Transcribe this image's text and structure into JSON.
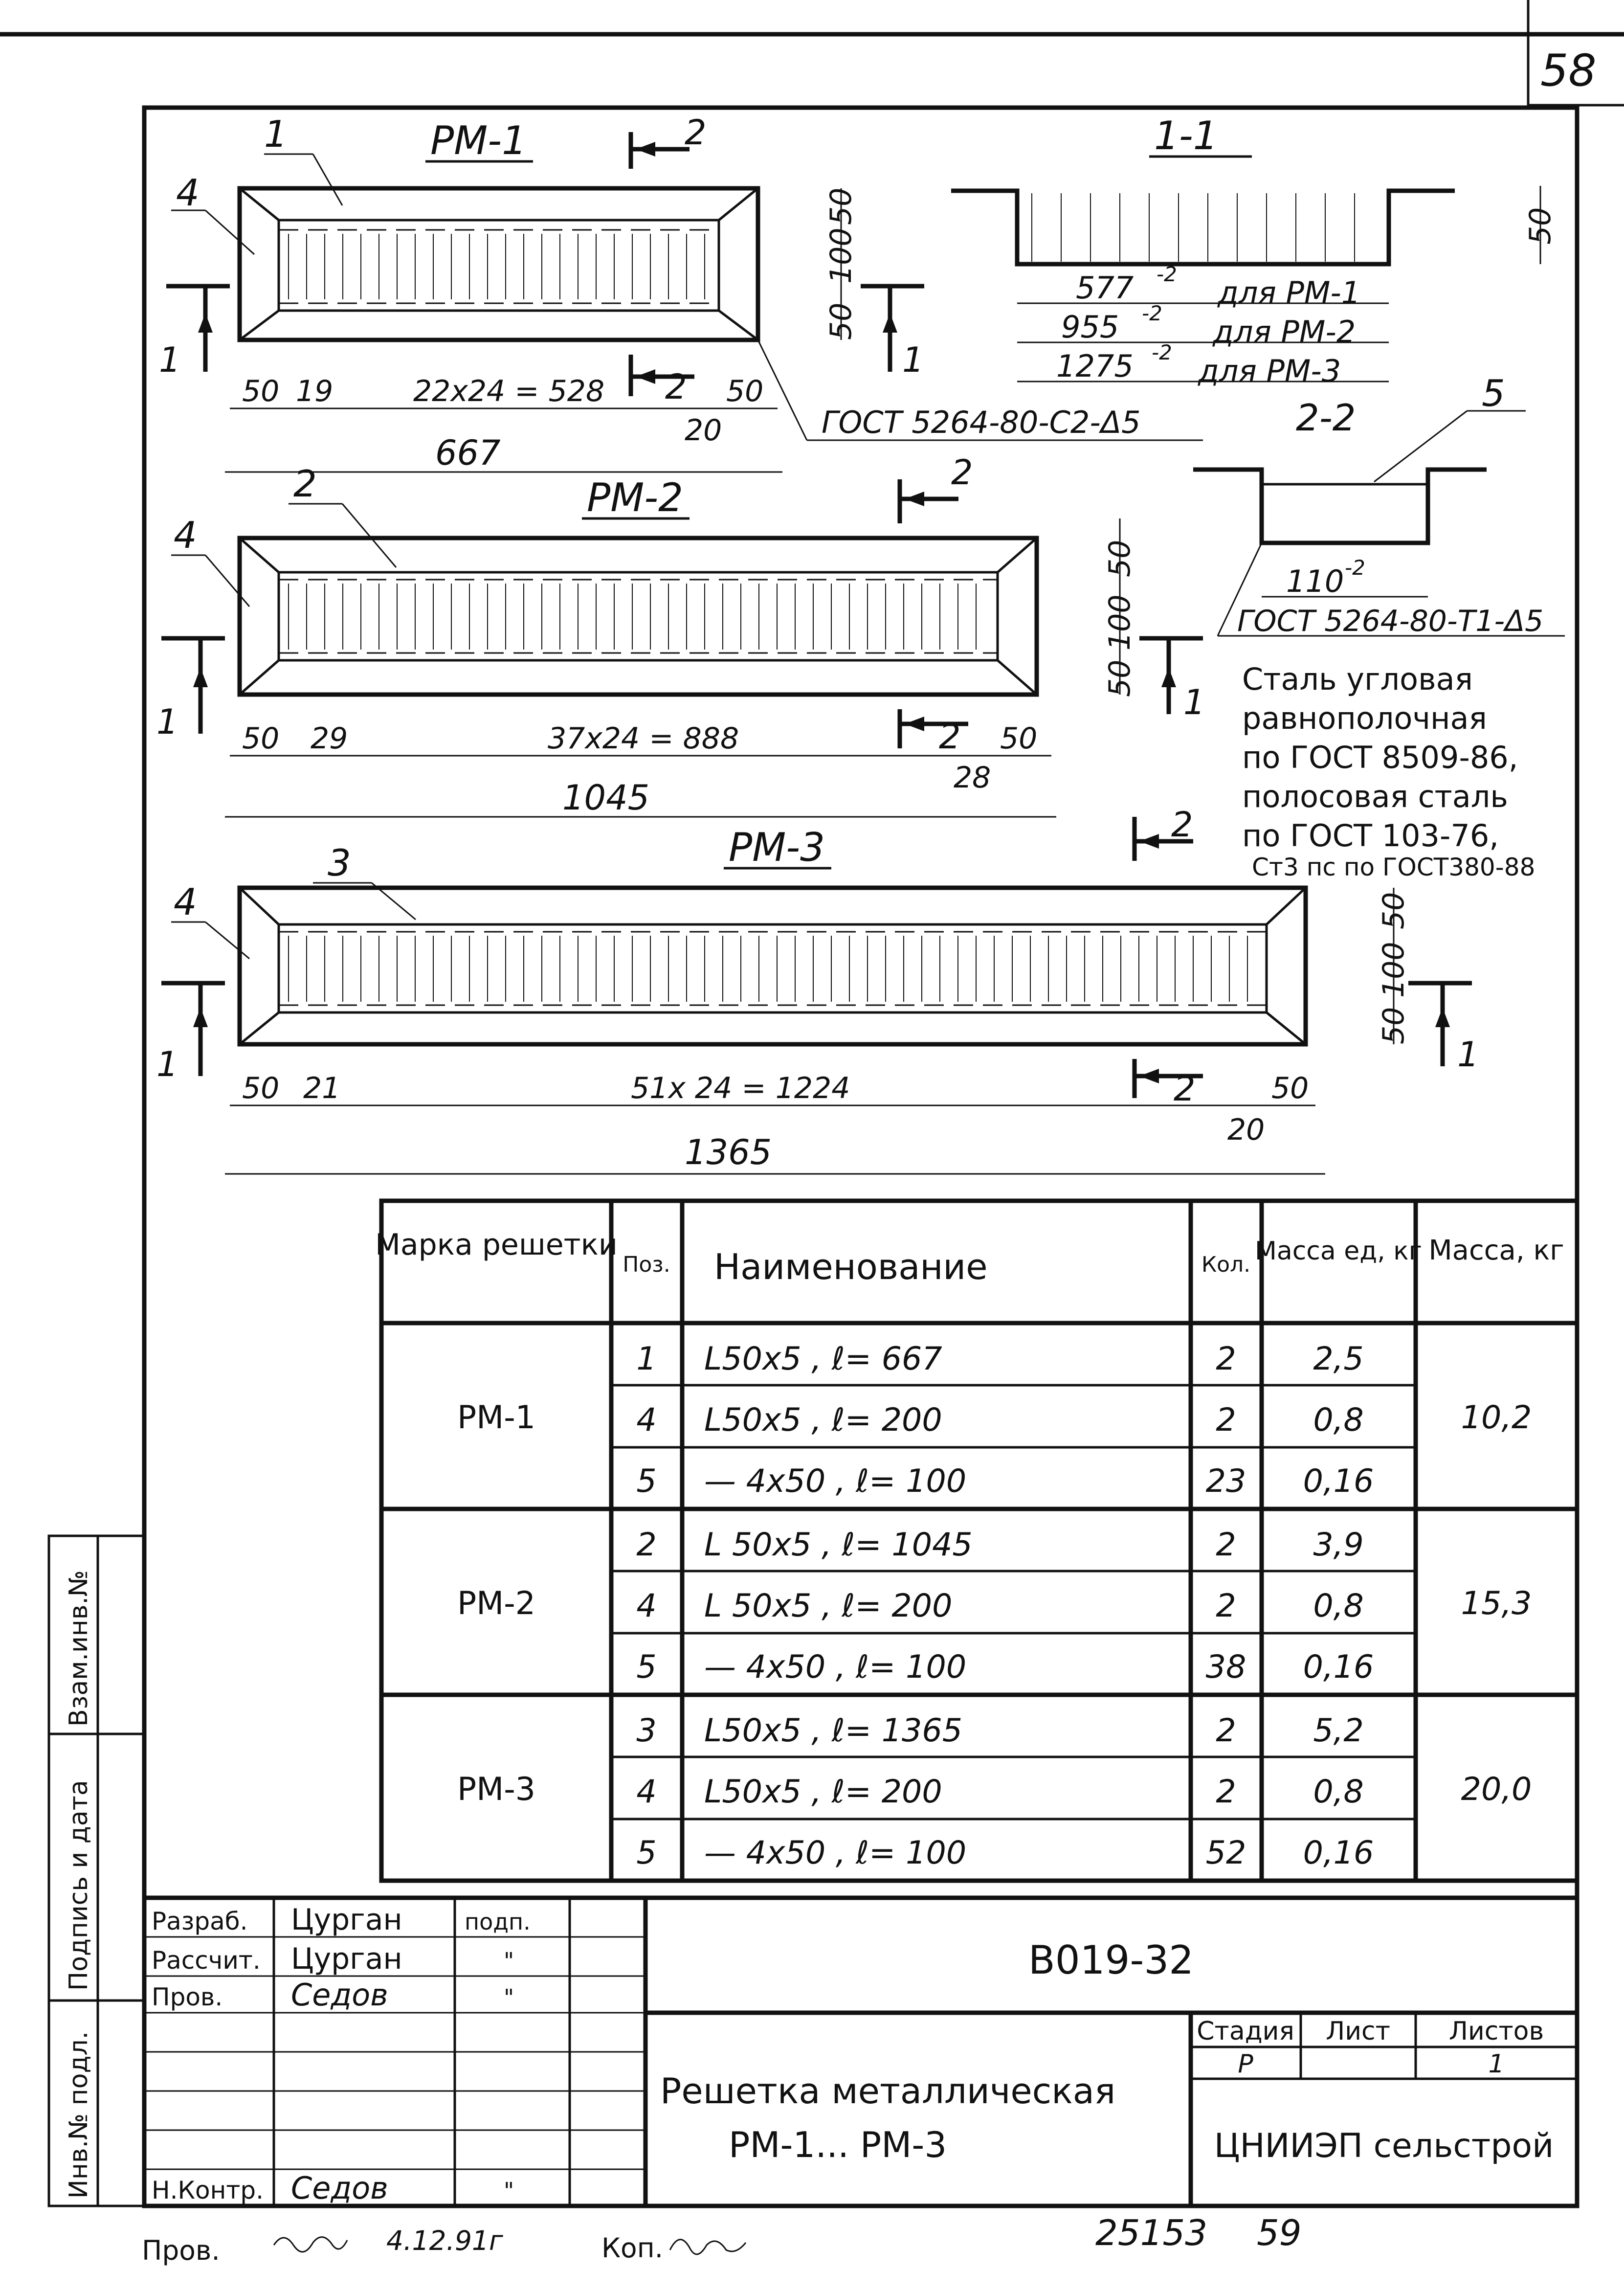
{
  "sheet_number": "58",
  "plans": [
    {
      "title": "РМ-1",
      "pos": "1",
      "frame_pos": "4",
      "cut_mark": "2",
      "section_mark": "1",
      "dim_frame": "50",
      "dim_side": "19",
      "dim_span": "22х24 = 528",
      "dim_end": "20",
      "dim_total": "667",
      "dim_h_top": "50",
      "dim_h_mid": "100",
      "dim_h_bot": "50",
      "weld_note": "ГОСТ 5264-80-С2-Δ5"
    },
    {
      "title": "РМ-2",
      "pos": "2",
      "frame_pos": "4",
      "cut_mark": "2",
      "section_mark": "1",
      "dim_frame": "50",
      "dim_side": "29",
      "dim_span": "37х24 = 888",
      "dim_end": "28",
      "dim_total": "1045",
      "dim_h_top": "50",
      "dim_h_mid": "100",
      "dim_h_bot": "50"
    },
    {
      "title": "РМ-3",
      "pos": "3",
      "frame_pos": "4",
      "cut_mark": "2",
      "section_mark": "1",
      "dim_frame": "50",
      "dim_side": "21",
      "dim_span": "51х 24 = 1224",
      "dim_end": "20",
      "dim_total": "1365",
      "dim_h_top": "50",
      "dim_h_mid": "100",
      "dim_h_bot": "50"
    }
  ],
  "section_1_1": {
    "title": "1-1",
    "height": "50",
    "dims": [
      {
        "value": "577",
        "tol": "-2",
        "label": "для РМ-1"
      },
      {
        "value": "955",
        "tol": "-2",
        "label": "для РМ-2"
      },
      {
        "value": "1275",
        "tol": "-2",
        "label": "для РМ-3"
      }
    ]
  },
  "section_2_2": {
    "title": "2-2",
    "pos": "5",
    "dim": "110",
    "tol": "-2",
    "weld_note": "ГОСТ 5264-80-Т1-Δ5",
    "notes": [
      "Сталь угловая",
      "равнополочная",
      "по ГОСТ 8509-86,",
      "полосовая сталь",
      "по ГОСТ 103-76,",
      "Ст3 пс по ГОСТ380-88"
    ]
  },
  "spec_table": {
    "headers": {
      "mark": "Марка решетки",
      "pos": "Поз.",
      "name": "Наименование",
      "qty": "Кол.",
      "unit_mass": "Масса ед, кг",
      "total_mass": "Масса, кг"
    },
    "groups": [
      {
        "mark": "РМ-1",
        "total": "10,2",
        "rows": [
          {
            "pos": "1",
            "name": "L50х5 , ℓ= 667",
            "qty": "2",
            "mass": "2,5"
          },
          {
            "pos": "4",
            "name": "L50х5 , ℓ= 200",
            "qty": "2",
            "mass": "0,8"
          },
          {
            "pos": "5",
            "name": "— 4х50 , ℓ= 100",
            "qty": "23",
            "mass": "0,16"
          }
        ]
      },
      {
        "mark": "РМ-2",
        "total": "15,3",
        "rows": [
          {
            "pos": "2",
            "name": "L 50х5 , ℓ= 1045",
            "qty": "2",
            "mass": "3,9"
          },
          {
            "pos": "4",
            "name": "L 50х5 , ℓ= 200",
            "qty": "2",
            "mass": "0,8"
          },
          {
            "pos": "5",
            "name": "— 4х50 , ℓ= 100",
            "qty": "38",
            "mass": "0,16"
          }
        ]
      },
      {
        "mark": "РМ-3",
        "total": "20,0",
        "rows": [
          {
            "pos": "3",
            "name": "L50х5 , ℓ= 1365",
            "qty": "2",
            "mass": "5,2"
          },
          {
            "pos": "4",
            "name": "L50х5 , ℓ= 200",
            "qty": "2",
            "mass": "0,8"
          },
          {
            "pos": "5",
            "name": "— 4х50 , ℓ= 100",
            "qty": "52",
            "mass": "0,16"
          }
        ]
      }
    ]
  },
  "side_stamp": [
    "Взам.инв.№",
    "Подпись и дата",
    "Инв.№ подл."
  ],
  "title_block": {
    "roles": [
      {
        "role": "Разраб.",
        "name": "Цурган",
        "sign": "подп."
      },
      {
        "role": "Рассчит.",
        "name": "Цурган",
        "sign": "\""
      },
      {
        "role": "Пров.",
        "name": "Седов",
        "sign": "\""
      },
      {
        "role": "Н.Контр.",
        "name": "Седов",
        "sign": "\""
      }
    ],
    "code": "В019-32",
    "title_line1": "Решетка металлическая",
    "title_line2": "РМ-1... РМ-3",
    "stage_label": "Стадия",
    "sheet_label": "Лист",
    "sheets_label": "Листов",
    "stage": "Р",
    "sheets": "1",
    "org": "ЦНИИЭП сельстрой"
  },
  "footer": {
    "checked": "Пров.",
    "date": "4.12.91г",
    "copy": "Коп.",
    "number": "25153",
    "page": "59"
  }
}
